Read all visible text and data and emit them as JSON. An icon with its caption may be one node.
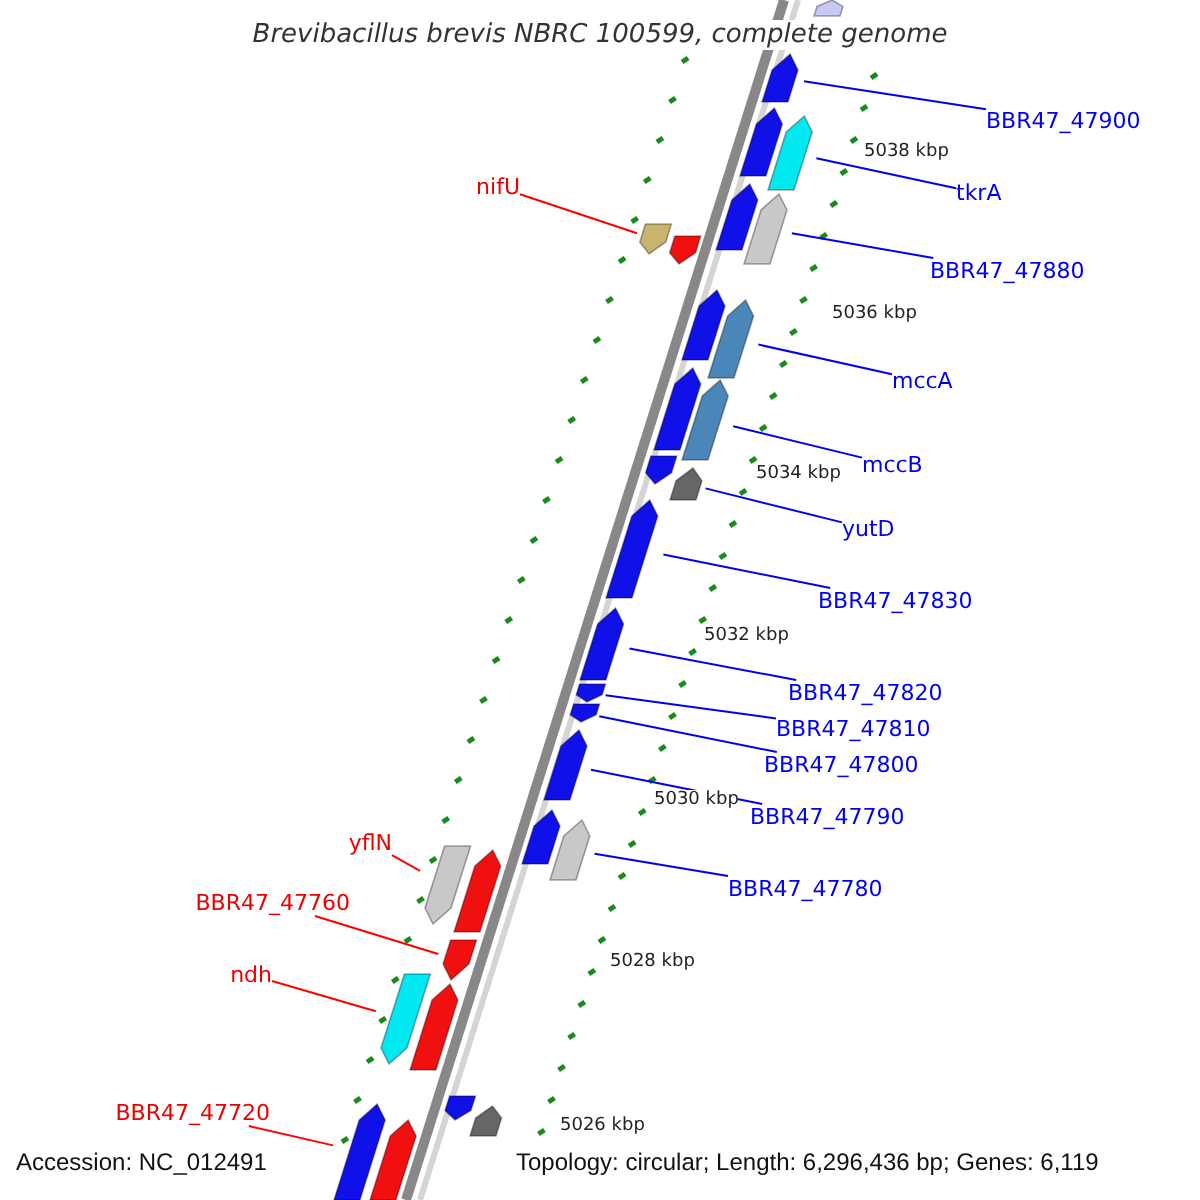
{
  "diagram": {
    "title": "Brevibacillus brevis NBRC 100599, complete genome",
    "nodes": [
      {
        "text": [
          "BBR47_47900"
        ]
      },
      {
        "text": [],
        "shape": "bar"
      },
      {
        "text": [
          "tkrA"
        ]
      },
      {
        "text": [],
        "shape": "bar"
      },
      {
        "text": [
          "nifU"
        ]
      },
      {
        "text": [],
        "shape": "bar"
      },
      {
        "text": [
          "BBR47_47880"
        ]
      },
      {
        "text": [],
        "shape": "bar"
      },
      {
        "text": [
          "mccA"
        ]
      },
      {
        "text": [],
        "shape": "bar"
      },
      {
        "text": [
          "mccB"
        ]
      },
      {
        "text": [],
        "shape": "bar"
      },
      {
        "text": [
          "yutD"
        ]
      },
      {
        "text": [],
        "shape": "bar"
      },
      {
        "text": [
          "BBR47_47830"
        ]
      },
      {
        "text": [],
        "shape": "bar"
      },
      {
        "text": [
          "BBR47_47820"
        ]
      },
      {
        "text": [],
        "shape": "bar"
      },
      {
        "text": [
          "BBR47_47810"
        ]
      },
      {
        "text": [],
        "shape": "bar"
      },
      {
        "text": [
          "BBR47_47800"
        ]
      },
      {
        "text": [],
        "shape": "bar"
      },
      {
        "text": [
          "BBR47_47790"
        ]
      },
      {
        "text": [],
        "shape": "bar"
      },
      {
        "text": [
          "yflN"
        ]
      },
      {
        "text": [],
        "shape": "bar"
      },
      {
        "text": [
          "BBR47_47780"
        ]
      },
      {
        "text": [],
        "shape": "bar"
      },
      {
        "text": [
          "BBR47_47760"
        ]
      },
      {
        "text": [],
        "shape": "bar"
      },
      {
        "text": [
          "ndh"
        ]
      },
      {
        "text": [],
        "shape": "bar"
      },
      {
        "text": [
          "BBR47_47720"
        ]
      },
      {
        "text": [],
        "shape": "bar"
      },
      {
        "text": [],
        "shape": "bar"
      },
      {
        "text": [],
        "shape": "bar"
      },
      {
        "text": [],
        "shape": "bar"
      },
      {
        "text": [],
        "shape": "bar"
      },
      {
        "text": [],
        "shape": "bar"
      },
      {
        "text": [],
        "shape": "bar"
      },
      {
        "text": [],
        "shape": "bar"
      },
      {
        "text": [],
        "shape": "bar"
      },
      {
        "text": [],
        "shape": "bar"
      },
      {
        "text": [],
        "shape": "bar"
      },
      {
        "text": [],
        "shape": "bar"
      },
      {
        "text": [],
        "shape": "bar"
      },
      {
        "text": [],
        "shape": "bar"
      }
    ],
    "edges": [
      {
        "from": 0,
        "to": 1,
        "arrow": "none"
      },
      {
        "from": 2,
        "to": 3,
        "arrow": "none"
      },
      {
        "from": 4,
        "to": 5,
        "arrow": "none",
        "color": "#ff0000"
      },
      {
        "from": 6,
        "to": 7,
        "arrow": "none"
      },
      {
        "from": 8,
        "to": 9,
        "arrow": "none"
      },
      {
        "from": 10,
        "to": 11,
        "arrow": "none"
      },
      {
        "from": 12,
        "to": 13,
        "arrow": "none"
      },
      {
        "from": 14,
        "to": 15,
        "arrow": "none"
      },
      {
        "from": 16,
        "to": 17,
        "arrow": "none"
      },
      {
        "from": 18,
        "to": 19,
        "arrow": "none"
      },
      {
        "from": 20,
        "to": 21,
        "arrow": "none"
      },
      {
        "from": 22,
        "to": 23,
        "arrow": "none"
      },
      {
        "from": 24,
        "to": 25,
        "arrow": "none",
        "color": "#ff0000"
      },
      {
        "from": 26,
        "to": 27,
        "arrow": "none"
      },
      {
        "from": 28,
        "to": 29,
        "arrow": "none",
        "color": "#ff0000"
      },
      {
        "from": 30,
        "to": 31,
        "arrow": "none",
        "color": "#ff0000"
      },
      {
        "from": 32,
        "to": 33,
        "arrow": "none",
        "color": "#ff0000"
      }
    ],
    "labels": [
      "5038 kbp",
      "5036 kbp",
      "5034 kbp",
      "5032 kbp",
      "5030 kbp",
      "5028 kbp",
      "5026 kbp",
      "Accession: NC_012491",
      "Topology: circular; Length: 6,296,436 bp; Genes: 6,119"
    ]
  }
}
